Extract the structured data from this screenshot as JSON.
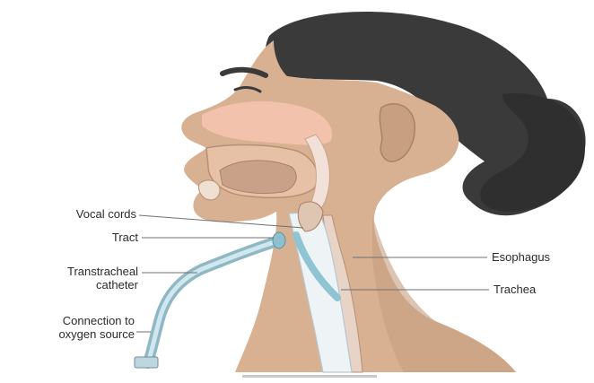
{
  "labels": {
    "vocal_cords": "Vocal cords",
    "tract": "Tract",
    "transtracheal_catheter": "Transtracheal\ncatheter",
    "connection": "Connection to\noxygen source",
    "esophagus": "Esophagus",
    "trachea": "Trachea"
  },
  "colors": {
    "skin": "#d8b192",
    "skin_shadow": "#c79e80",
    "hair": "#3a3a3a",
    "nasal": "#f3c2ad",
    "airway": "#f1e1d8",
    "trachea": "#eaf0f4",
    "catheter": "#a9d3de",
    "leader": "#707070"
  }
}
